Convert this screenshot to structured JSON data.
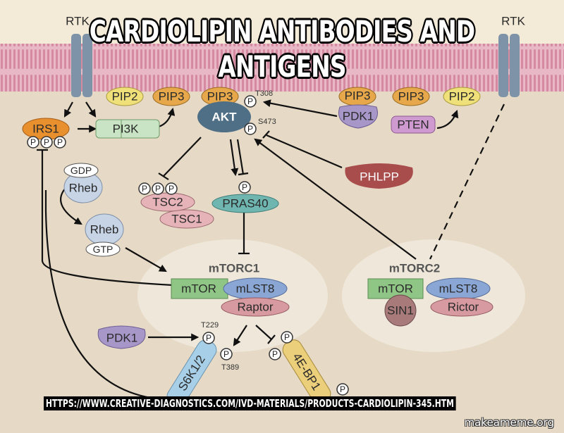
{
  "meme": {
    "top_text": "CARDIOLIPIN ANTIBODIES AND ANTIGENS",
    "bottom_text": "HTTPS://WWW.CREATIVE-DIAGNOSTICS.COM/IVD-MATERIALS/PRODUCTS-CARDIOLIPIN-345.HTM",
    "watermark": "makeameme.org"
  },
  "diagram": {
    "rtk_left": "RTK",
    "rtk_right": "RTK",
    "pip2_a": "PIP2",
    "pip3_a": "PIP3",
    "pip3_akt": "PIP3",
    "akt": "AKT",
    "t308": "T308",
    "s473": "S473",
    "pip3_pdk1": "PIP3",
    "pdk1_top": "PDK1",
    "pip3_b": "PIP3",
    "pip2_b": "PIP2",
    "pten": "PTEN",
    "irs1": "IRS1",
    "pi3k": "PI3K",
    "gdp": "GDP",
    "rheb_gdp": "Rheb",
    "rheb_gtp": "Rheb",
    "gtp": "GTP",
    "tsc2": "TSC2",
    "tsc1": "TSC1",
    "pras40": "PRAS40",
    "phlpp": "PHLPP",
    "mtorc1": {
      "label": "mTORC1",
      "mtor": "mTOR",
      "mlst8": "mLST8",
      "raptor": "Raptor"
    },
    "mtorc2": {
      "label": "mTORC2",
      "mtor": "mTOR",
      "mlst8": "mLST8",
      "sin1": "SIN1",
      "rictor": "Rictor"
    },
    "pdk1_bottom": "PDK1",
    "t229": "T229",
    "t389": "T389",
    "s6k": "S6K1/2",
    "eiebp1": "4E-BP1",
    "phospho": "P"
  },
  "colors": {
    "membrane": "#e3a3b6",
    "pip2": "#efe07a",
    "pip3": "#e6a84a",
    "akt": "#4f6f86",
    "pdk1": "#a796c8",
    "pten": "#cf9ad0",
    "irs1": "#e8902e",
    "pi3k": "#c9e4c4",
    "rheb": "#c7d4e6",
    "tsc": "#e6b3b8",
    "pras40": "#6fb5b0",
    "phlpp": "#a84c4c",
    "mtor": "#8fc585",
    "mlst8": "#8aa6d4",
    "raptor": "#d69aa0",
    "s6k": "#a8cfe8",
    "eiebp1": "#ebcf7a"
  }
}
